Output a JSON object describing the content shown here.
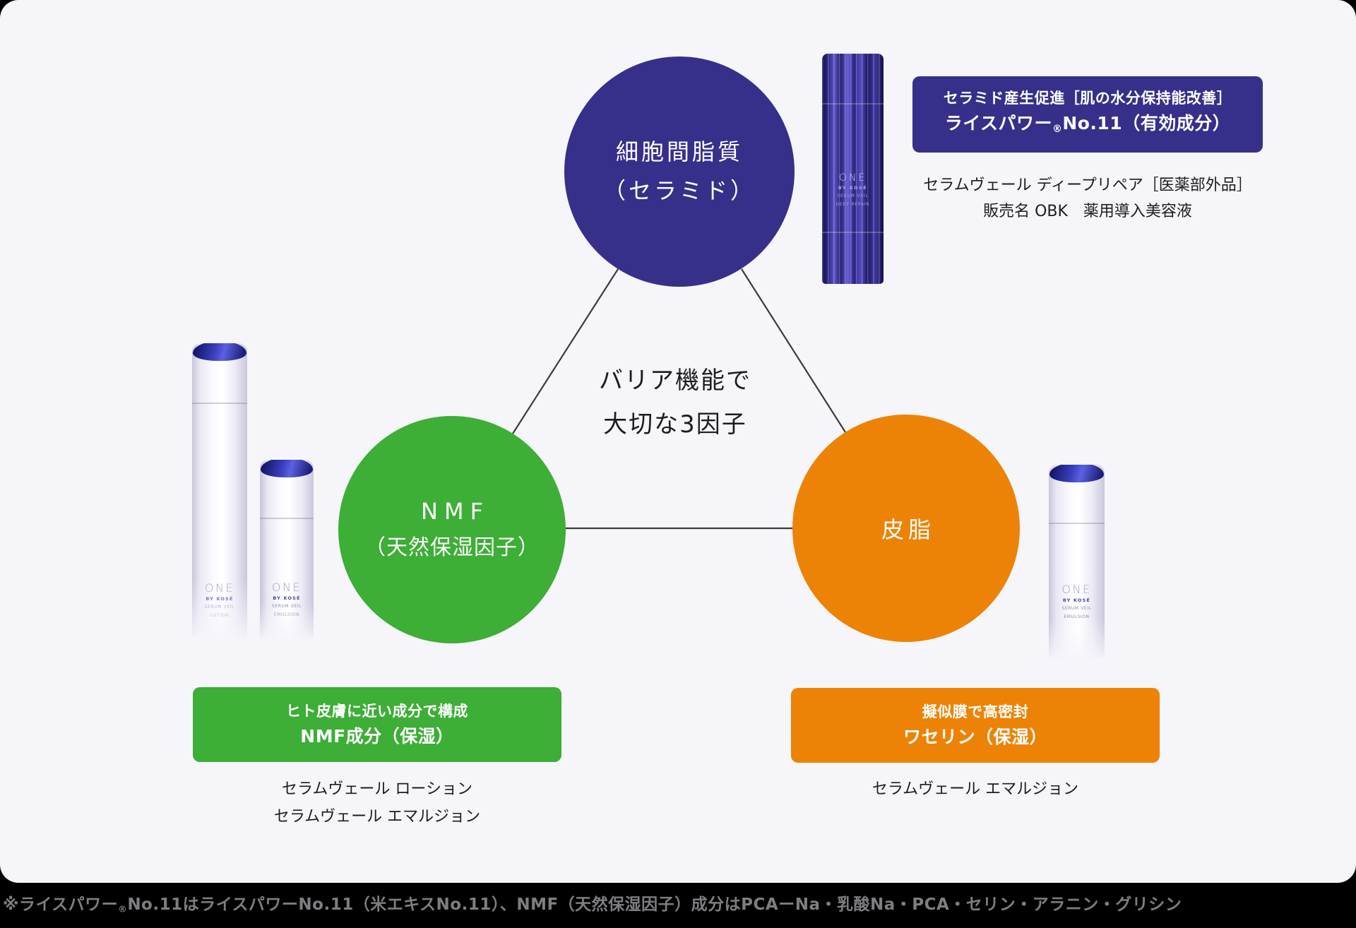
{
  "colors": {
    "page_bg": "#000000",
    "panel_bg": "#f6f5fa",
    "indigo": "#36308b",
    "green": "#3dae36",
    "orange": "#ec8307",
    "connector_line": "#3d3a3e",
    "text_dark": "#1d1d20",
    "footnote_text": "#7e7e82"
  },
  "diagram": {
    "center": {
      "line1": "バリア機能で",
      "line2": "大切な3因子"
    },
    "nodes": {
      "lipids": {
        "line1": "細胞間脂質",
        "line2": "（セラミド）",
        "color": "#36308b"
      },
      "nmf": {
        "line1": "NMF",
        "line2": "（天然保湿因子）",
        "color": "#3dae36"
      },
      "sebum": {
        "line1": "皮脂",
        "color": "#ec8307"
      }
    }
  },
  "products": {
    "deep_repair": {
      "badge": {
        "line1": "セラミド産生促進［肌の水分保持能改善］",
        "line2_pre": "ライスパワー",
        "line2_reg": "®",
        "line2_post": "No.11（有効成分）"
      },
      "caption_line1": "セラムヴェール ディープリペア［医薬部外品］",
      "caption_line2": "販売名 OBK　薬用導入美容液",
      "bottle": {
        "brand": "ONE",
        "by": "BY KOSÉ",
        "range": "SERUM VEIL",
        "variant": "DEEP REPAIR"
      }
    },
    "nmf": {
      "badge": {
        "line1": "ヒト皮膚に近い成分で構成",
        "line2": "NMF成分（保湿）"
      },
      "caption_line1": "セラムヴェール ローション",
      "caption_line2": "セラムヴェール エマルジョン",
      "bottle_lotion": {
        "brand": "ONE",
        "by": "BY KOSÉ",
        "range": "SERUM VEIL",
        "variant": "LOTION"
      },
      "bottle_emulsion": {
        "brand": "ONE",
        "by": "BY KOSÉ",
        "range": "SERUM VEIL",
        "variant": "EMULSION"
      }
    },
    "sebum": {
      "badge": {
        "line1": "擬似膜で高密封",
        "line2": "ワセリン（保湿）"
      },
      "caption_line1": "セラムヴェール エマルジョン",
      "bottle": {
        "brand": "ONE",
        "by": "BY KOSÉ",
        "range": "SERUM VEIL",
        "variant": "EMULSION"
      }
    }
  },
  "footnote": {
    "pre": "※ライスパワー",
    "reg": "®",
    "post": "No.11はライスパワーNo.11（米エキスNo.11）、NMF（天然保湿因子）成分はPCAーNa・乳酸Na・PCA・セリン・アラニン・グリシン"
  }
}
